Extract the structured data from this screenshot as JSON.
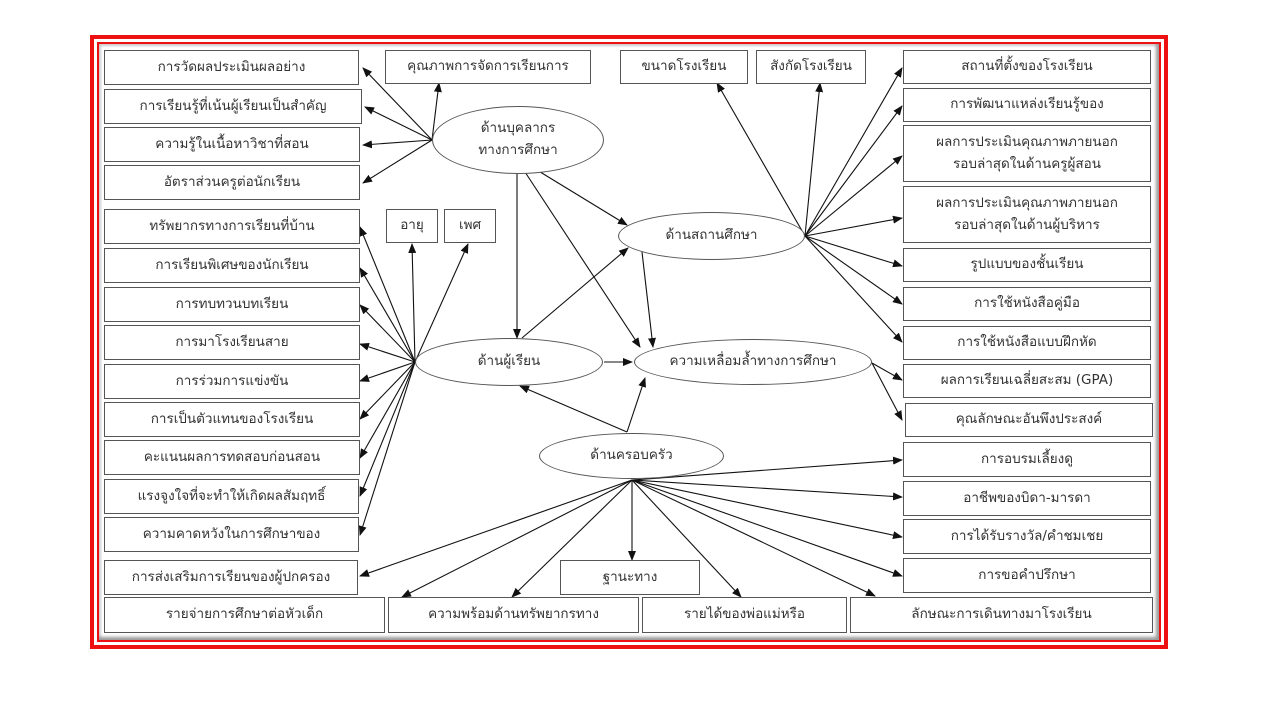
{
  "diagram": {
    "constructs": {
      "personnel": {
        "line1": "ด้านบุคลากร",
        "line2": "ทางการศึกษา"
      },
      "institution": "ด้านสถานศึกษา",
      "learner": "ด้านผู้เรียน",
      "outcome": "ความเหลื่อมล้ำทางการศึกษา",
      "family": "ด้านครอบครัว"
    },
    "indicators": {
      "personnel": [
        "การวัดผลประเมินผลอย่าง",
        "การเรียนรู้ที่เน้นผู้เรียนเป็นสำคัญ",
        "ความรู้ในเนื้อหาวิชาที่สอน",
        "อัตราส่วนครูต่อนักเรียน",
        "คุณภาพการจัดการเรียนการ"
      ],
      "learner": [
        "ทรัพยากรทางการเรียนที่บ้าน",
        "การเรียนพิเศษของนักเรียน",
        "การทบทวนบทเรียน",
        "การมาโรงเรียนสาย",
        "การร่วมการแข่งขัน",
        "การเป็นตัวแทนของโรงเรียน",
        "คะแนนผลการทดสอบก่อนสอน",
        "แรงจูงใจที่จะทำให้เกิดผลสัมฤทธิ์",
        "ความคาดหวังในการศึกษาของ",
        "อายุ",
        "เพศ"
      ],
      "institution": [
        "ขนาดโรงเรียน",
        "สังกัดโรงเรียน",
        "สถานที่ตั้งของโรงเรียน",
        "การพัฒนาแหล่งเรียนรู้ของ",
        {
          "line1": "ผลการประเมินคุณภาพภายนอก",
          "line2": "รอบล่าสุดในด้านครูผู้สอน"
        },
        {
          "line1": "ผลการประเมินคุณภาพภายนอก",
          "line2": "รอบล่าสุดในด้านผู้บริหาร"
        },
        "รูปแบบของชั้นเรียน",
        "การใช้หนังสือคู่มือ",
        "การใช้หนังสือแบบฝึกหัด"
      ],
      "outcome": [
        "ผลการเรียนเฉลี่ยสะสม (GPA)",
        "คุณลักษณะอันพึงประสงค์"
      ],
      "family": [
        "การอบรมเลี้ยงดู",
        "อาชีพของบิดา-มารดา",
        "การได้รับรางวัล/คำชมเชย",
        "การขอคำปรึกษา",
        "ลักษณะการเดินทางมาโรงเรียน",
        "รายได้ของพ่อแม่หรือ",
        "ฐานะทาง",
        "ความพร้อมด้านทรัพยากรทาง",
        "รายจ่ายการศึกษาต่อหัวเด็ก",
        "การส่งเสริมการเรียนของผู้ปกครอง"
      ]
    },
    "colors": {
      "frame": "#ee1111",
      "stroke": "#555555",
      "arrow": "#111111"
    }
  }
}
